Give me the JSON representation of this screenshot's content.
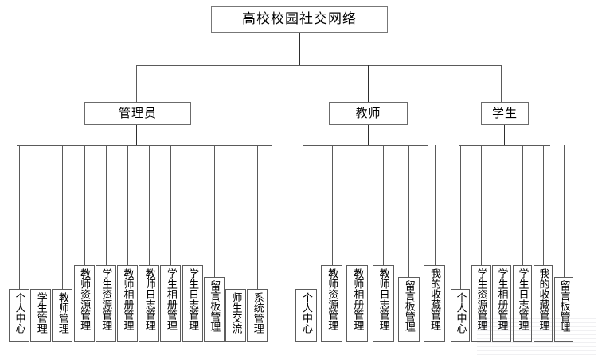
{
  "diagram": {
    "type": "organization-tree",
    "title": "高校校园社交网络",
    "root": {
      "label": "高校校园社交网络"
    },
    "branches": [
      {
        "key": "admin",
        "label": "管理员",
        "children": [
          {
            "label": "个人中心"
          },
          {
            "label": "学生管理"
          },
          {
            "label": "教师管理"
          },
          {
            "label": "教师资源管理"
          },
          {
            "label": "学生资源管理"
          },
          {
            "label": "教师相册管理"
          },
          {
            "label": "教师日志管理"
          },
          {
            "label": "学生相册管理"
          },
          {
            "label": "学生日志管理"
          },
          {
            "label": "留言板管理"
          },
          {
            "label": "师生交流"
          },
          {
            "label": "系统管理"
          }
        ]
      },
      {
        "key": "teacher",
        "label": "教师",
        "children": [
          {
            "label": "个人中心"
          },
          {
            "label": "教师资源管理"
          },
          {
            "label": "教师相册管理"
          },
          {
            "label": "教师日志管理"
          },
          {
            "label": "留言板管理"
          },
          {
            "label": "我的收藏管理"
          }
        ]
      },
      {
        "key": "student",
        "label": "学生",
        "children": [
          {
            "label": "个人中心"
          },
          {
            "label": "学生资源管理"
          },
          {
            "label": "学生相册管理"
          },
          {
            "label": "学生日志管理"
          },
          {
            "label": "我的收藏管理"
          },
          {
            "label": "留言板管理"
          }
        ]
      }
    ],
    "colors": {
      "background": "#ffffff",
      "box_border": "#5d5d5d",
      "connector": "#5a5a5a",
      "text": "#000000"
    }
  }
}
